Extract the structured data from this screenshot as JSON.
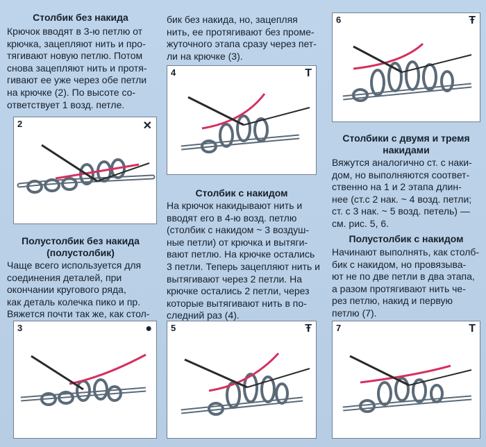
{
  "col1": {
    "title1": "Столбик без накида",
    "para1": [
      "Крючок вводят в 3-ю петлю от",
      "крючка, зацепляют нить и про-",
      "тягивают новую петлю. Потом",
      "снова зацепляют нить и протя-",
      "гивают ее уже через обе петли",
      "на крючке (2). По высоте со-",
      "ответствует 1 возд. петле."
    ],
    "title2": [
      "Полустолбик без накида",
      "(полустолбик)"
    ],
    "para2": [
      "Чаще всего используется для",
      "соединения деталей, при",
      "окончании кругового ряда,",
      "как деталь колечка пико и пр.",
      "Вяжется почти так же, как стол-"
    ]
  },
  "col2": {
    "para_top": [
      "бик без накида, но, зацепляя",
      "нить, ее протягивают без проме-",
      "жуточного этапа сразу через пет-",
      "ли на крючке (3)."
    ],
    "title": "Столбик с накидом",
    "para": [
      "На крючок накидывают нить и",
      "вводят его в 4-ю возд. петлю",
      "(столбик с накидом ~ 3 воздуш-",
      "ные петли) от крючка и вытяги-",
      "вают петлю. На крючке остались",
      "3 петли. Теперь зацепляют нить и",
      "вытягивают через 2 петли. На",
      "крючке остались 2 петли, через",
      "которые вытягивают нить в по-",
      "следний раз (4)."
    ]
  },
  "col3": {
    "title1": [
      "Столбики с двумя и тремя",
      "накидами"
    ],
    "para1": [
      "Вяжутся аналогично ст. с наки-",
      "дом, но выполняются соответ-",
      "ственно на 1 и 2 этапа длин-",
      "нее (ст.с 2 нак. ~ 4 возд. петли;",
      "ст. с 3 нак. ~ 5 возд. петель) —",
      "см. рис. 5, 6."
    ],
    "title2": "Полустолбик с накидом",
    "para2": [
      "Начинают выполнять, как столб-",
      "бик с накидом, но провязыва-",
      "ют не по две петли в два этапа,",
      "а разом протягивают нить че-",
      "рез петлю, накид и первую",
      "петлю (7)."
    ]
  },
  "figures": {
    "f2": {
      "num": "2",
      "symbol": "✕"
    },
    "f3": {
      "num": "3",
      "symbol": "●"
    },
    "f4": {
      "num": "4",
      "symbol": "Т"
    },
    "f5": {
      "num": "5",
      "symbol": "Ŧ"
    },
    "f6": {
      "num": "6",
      "symbol": "Ŧ"
    },
    "f7": {
      "num": "7",
      "symbol": "T"
    }
  },
  "colors": {
    "background": "#b9d0e6",
    "yarn": "#5b6a78",
    "working_thread": "#d6305f",
    "hook": "#2a2a2a"
  }
}
